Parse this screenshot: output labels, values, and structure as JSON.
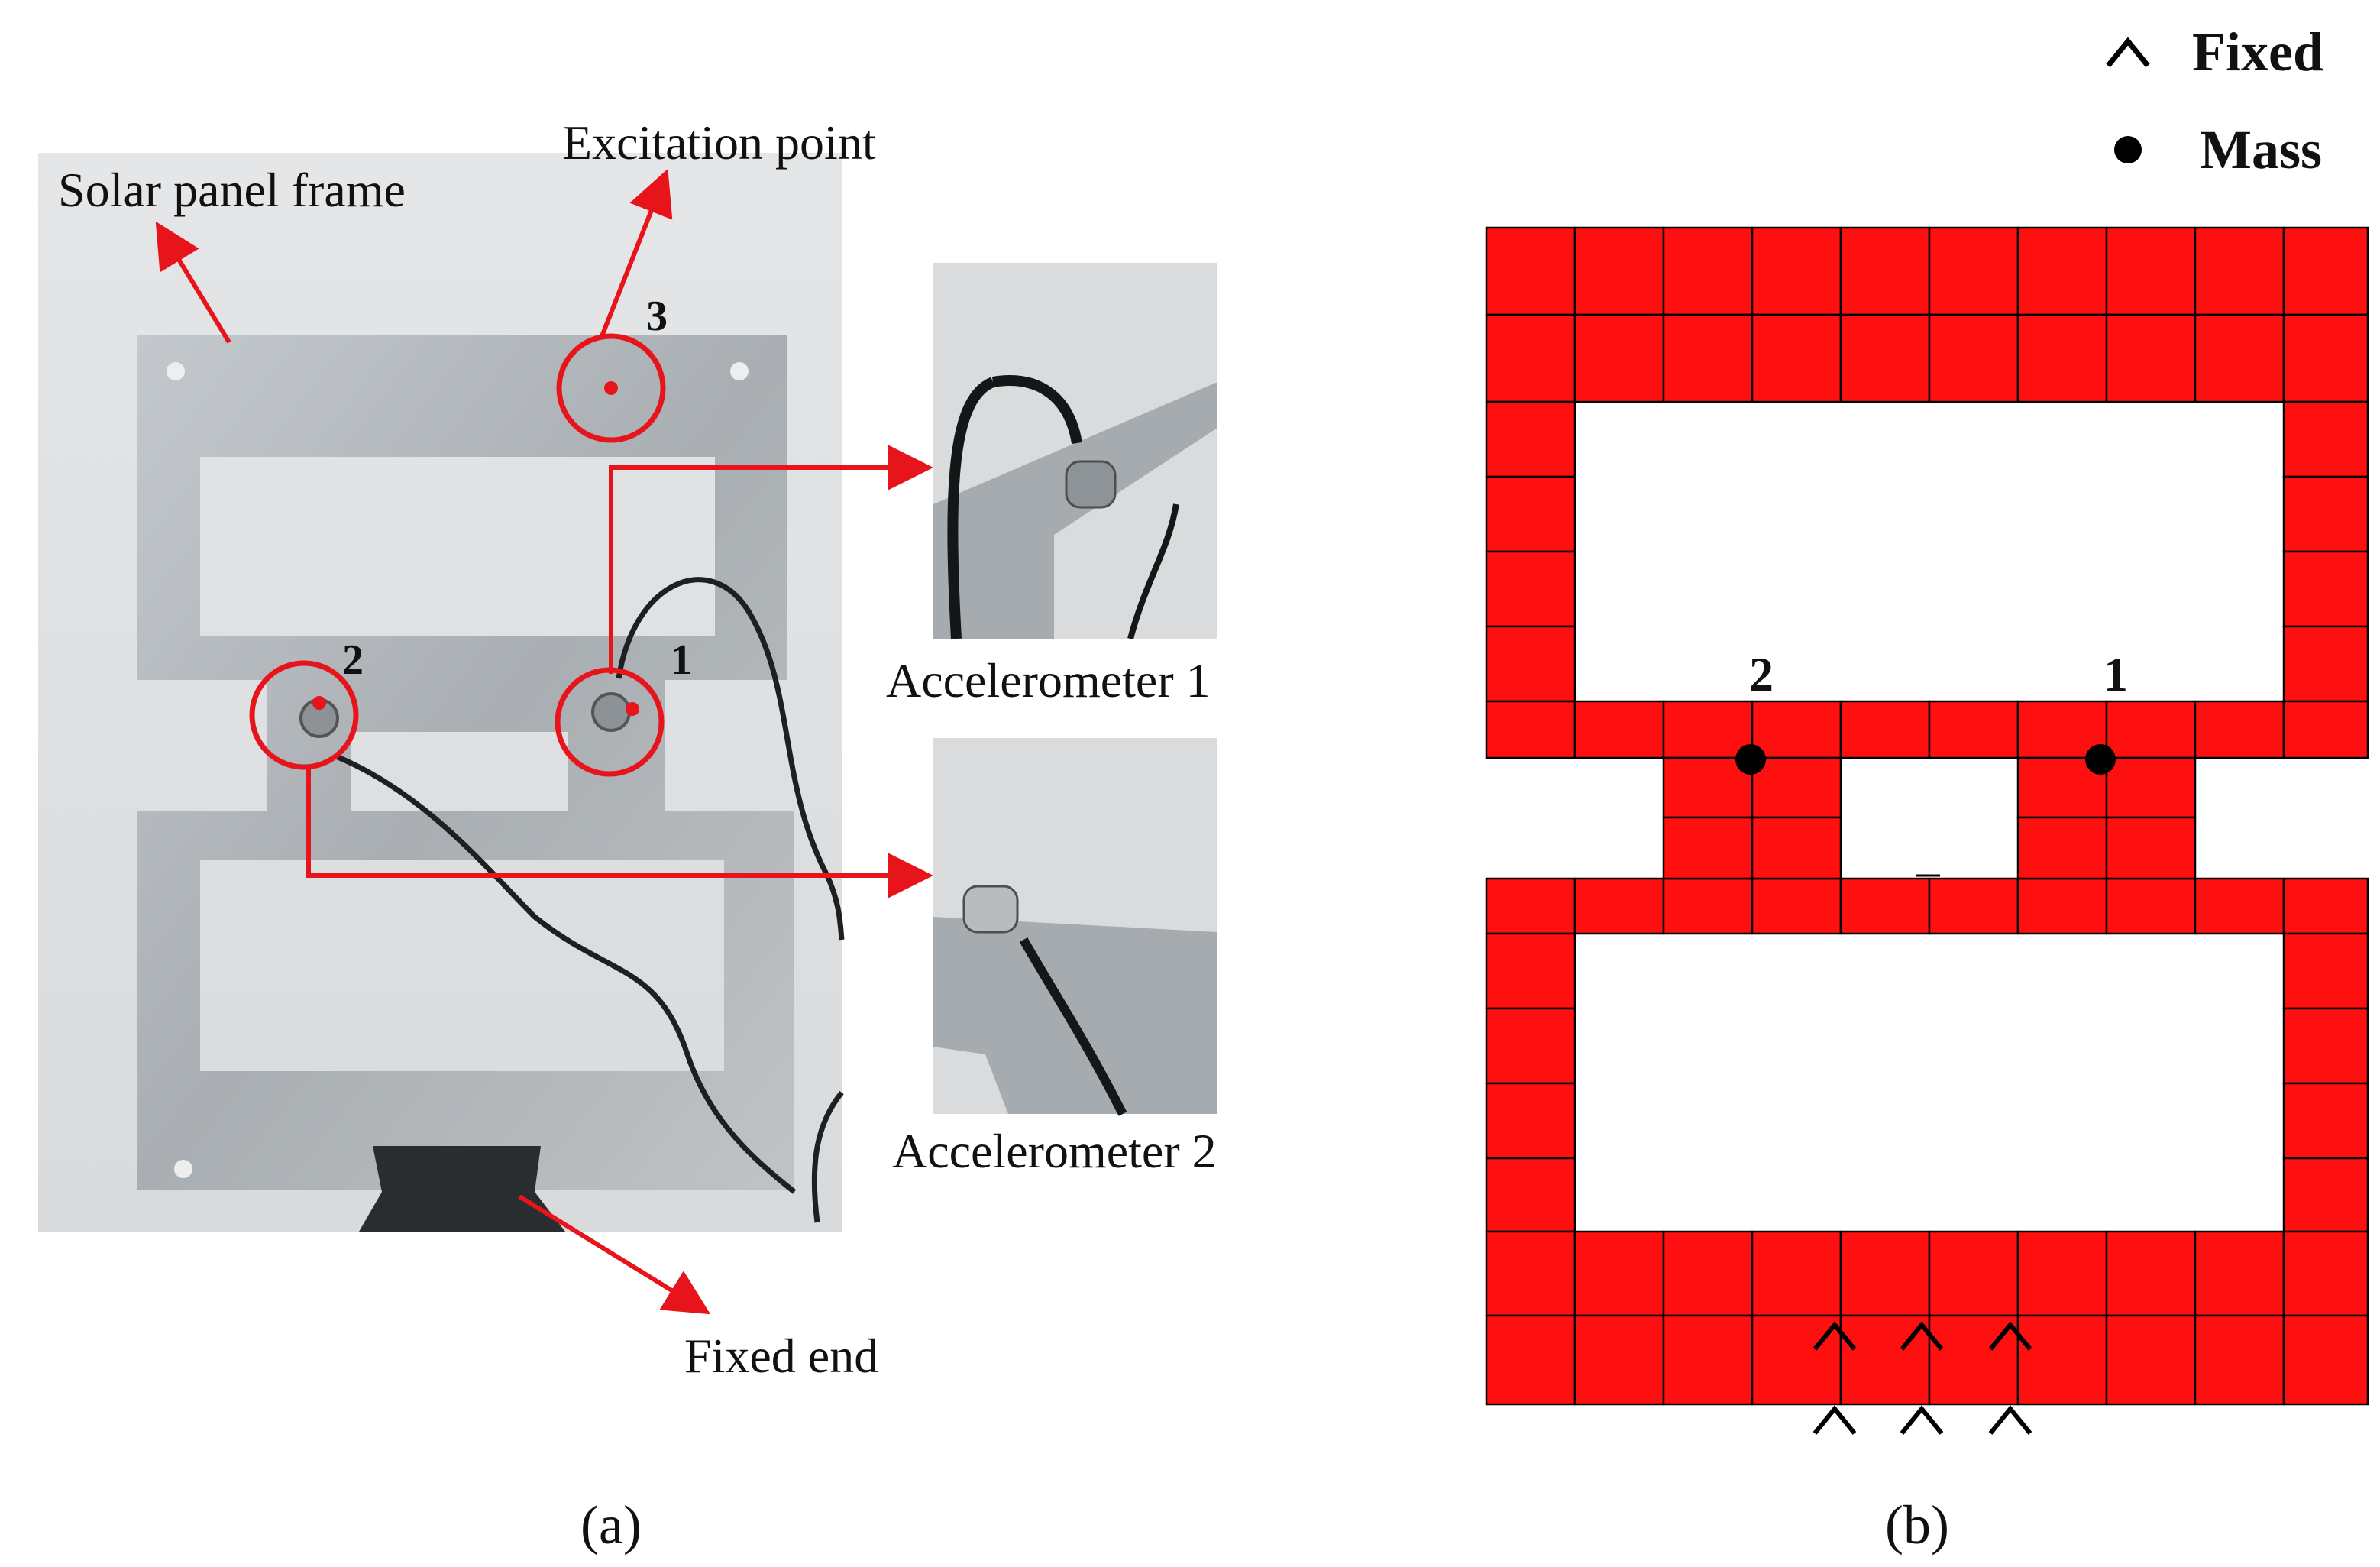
{
  "panel_a": {
    "caption": "(a)",
    "labels": {
      "solar_panel_frame": "Solar panel frame",
      "excitation_point": "Excitation point",
      "fixed_end": "Fixed end",
      "accelerometer_1": "Accelerometer 1",
      "accelerometer_2": "Accelerometer 2"
    },
    "point_numbers": {
      "p1": "1",
      "p2": "2",
      "p3": "3"
    }
  },
  "panel_b": {
    "caption": "(b)",
    "legend": {
      "fixed_symbol": "^",
      "fixed": "Fixed",
      "mass": "Mass"
    },
    "point_numbers": {
      "p1": "1",
      "p2": "2"
    }
  },
  "colors": {
    "arrow_red": "#e8141c",
    "mesh_red": "#ff1010",
    "aluminum": "#b4b9bd",
    "background": "#e6e7e8"
  }
}
